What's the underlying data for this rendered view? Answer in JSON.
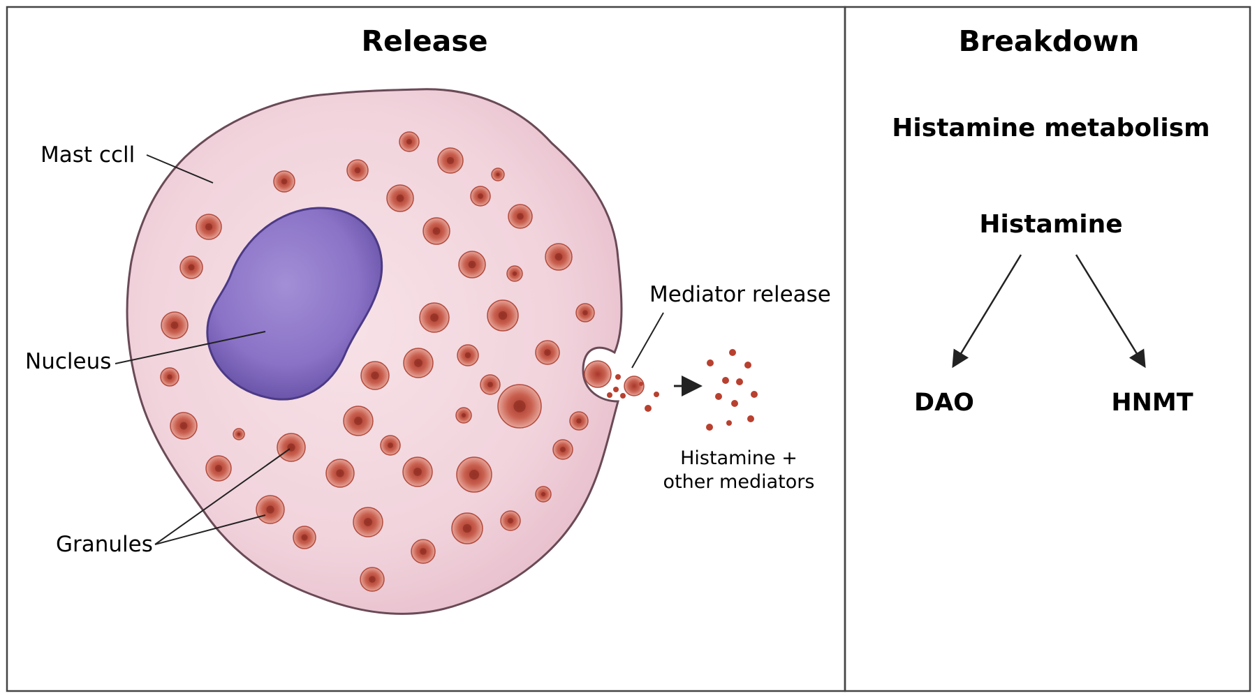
{
  "release_panel": {
    "title": "Release",
    "labels": {
      "mast_cell": "Mast ccll",
      "nucleus": "Nucleus",
      "granules": "Granules",
      "mediator_release": "Mediator release",
      "released_line1": "Histamine +",
      "released_line2": "other mediators"
    }
  },
  "breakdown_panel": {
    "title": "Breakdown",
    "subtitle": "Histamine metabolism",
    "substrate": "Histamine",
    "enzymes": [
      "DAO",
      "HNMT"
    ]
  },
  "colors": {
    "cytoplasm": "#f2d6de",
    "cell_border": "#6a4a57",
    "nucleus": "#8b72c6",
    "nucleus_border": "#4c3a86",
    "granule": "#c45a4c",
    "granule_core": "#8e2d22",
    "frame": "#444444"
  }
}
